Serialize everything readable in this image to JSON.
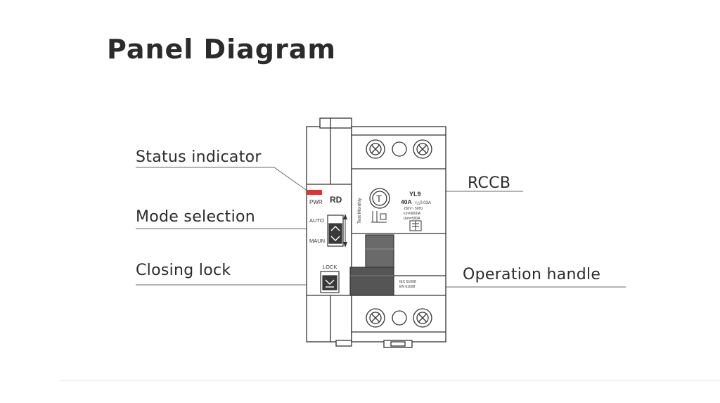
{
  "title": "Panel Diagram",
  "callouts": {
    "status_indicator": "Status indicator",
    "mode_selection": "Mode selection",
    "closing_lock": "Closing lock",
    "rccb": "RCCB",
    "operation_handle": "Operation handle"
  },
  "device": {
    "pwr_label": "PWR",
    "rd_label": "RD",
    "auto_label": "AUTO",
    "maun_label": "MAUN",
    "lock_label": "LOCK",
    "test_monthly": "Test Monthly",
    "test_button": "T",
    "model": "YL9",
    "rating": "40A",
    "rating_sub": "I△0.03A",
    "spec_line1": "230V~ 50Hz",
    "spec_line2": "Icn=6000A",
    "spec_line3": "IΔm=500A",
    "standard_line1": "IEC 61008",
    "standard_line2": "EN 61008"
  },
  "colors": {
    "status_led": "#e53030",
    "handle": "#555555",
    "outline": "#333333"
  }
}
